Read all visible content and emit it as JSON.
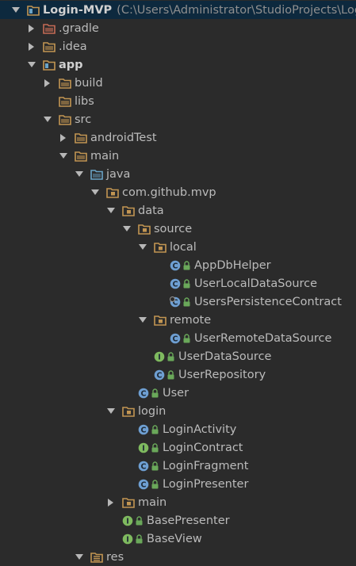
{
  "tree": [
    {
      "depth": 0,
      "arrow": "down",
      "icon": "module",
      "label": "Login-MVP",
      "bold": true,
      "hint": "(C:\\Users\\Administrator\\StudioProjects\\Login-MVP",
      "selected": true
    },
    {
      "depth": 1,
      "arrow": "right",
      "icon": "folder-excluded",
      "label": ".gradle"
    },
    {
      "depth": 1,
      "arrow": "right",
      "icon": "folder",
      "label": ".idea"
    },
    {
      "depth": 1,
      "arrow": "down",
      "icon": "module",
      "label": "app",
      "bold": true
    },
    {
      "depth": 2,
      "arrow": "right",
      "icon": "folder",
      "label": "build"
    },
    {
      "depth": 2,
      "arrow": "none",
      "icon": "folder",
      "label": "libs"
    },
    {
      "depth": 2,
      "arrow": "down",
      "icon": "folder",
      "label": "src"
    },
    {
      "depth": 3,
      "arrow": "right",
      "icon": "folder",
      "label": "androidTest"
    },
    {
      "depth": 3,
      "arrow": "down",
      "icon": "folder",
      "label": "main"
    },
    {
      "depth": 4,
      "arrow": "down",
      "icon": "folder-source",
      "label": "java"
    },
    {
      "depth": 5,
      "arrow": "down",
      "icon": "package",
      "label": "com.github.mvp"
    },
    {
      "depth": 6,
      "arrow": "down",
      "icon": "package",
      "label": "data"
    },
    {
      "depth": 7,
      "arrow": "down",
      "icon": "package",
      "label": "source"
    },
    {
      "depth": 8,
      "arrow": "down",
      "icon": "package",
      "label": "local"
    },
    {
      "depth": 9,
      "arrow": "none",
      "icon": "class",
      "label": "AppDbHelper",
      "lock": true
    },
    {
      "depth": 9,
      "arrow": "none",
      "icon": "class",
      "label": "UserLocalDataSource",
      "lock": true
    },
    {
      "depth": 9,
      "arrow": "none",
      "icon": "class-abstract",
      "label": "UsersPersistenceContract",
      "lock": true
    },
    {
      "depth": 8,
      "arrow": "down",
      "icon": "package",
      "label": "remote"
    },
    {
      "depth": 9,
      "arrow": "none",
      "icon": "class",
      "label": "UserRemoteDataSource",
      "lock": true
    },
    {
      "depth": 8,
      "arrow": "none",
      "icon": "interface",
      "label": "UserDataSource",
      "lock": true
    },
    {
      "depth": 8,
      "arrow": "none",
      "icon": "class",
      "label": "UserRepository",
      "lock": true
    },
    {
      "depth": 7,
      "arrow": "none",
      "icon": "class",
      "label": "User",
      "lock": true
    },
    {
      "depth": 6,
      "arrow": "down",
      "icon": "package",
      "label": "login"
    },
    {
      "depth": 7,
      "arrow": "none",
      "icon": "class",
      "label": "LoginActivity",
      "lock": true
    },
    {
      "depth": 7,
      "arrow": "none",
      "icon": "interface",
      "label": "LoginContract",
      "lock": true
    },
    {
      "depth": 7,
      "arrow": "none",
      "icon": "class",
      "label": "LoginFragment",
      "lock": true
    },
    {
      "depth": 7,
      "arrow": "none",
      "icon": "class",
      "label": "LoginPresenter",
      "lock": true
    },
    {
      "depth": 6,
      "arrow": "right",
      "icon": "package",
      "label": "main"
    },
    {
      "depth": 6,
      "arrow": "none",
      "icon": "interface",
      "label": "BasePresenter",
      "lock": true
    },
    {
      "depth": 6,
      "arrow": "none",
      "icon": "interface",
      "label": "BaseView",
      "lock": true
    },
    {
      "depth": 4,
      "arrow": "down",
      "icon": "folder-res",
      "label": "res"
    }
  ],
  "colors": {
    "background": "#2b2b2b",
    "selection": "#0d293e",
    "text": "#bbbbbb",
    "folder": "#c29552",
    "folder_excluded": "#c46a55",
    "source_folder": "#6aa4c7",
    "class_badge": "#6e9fd2",
    "interface_badge": "#7fba5f",
    "lock": "#6aa85a"
  }
}
